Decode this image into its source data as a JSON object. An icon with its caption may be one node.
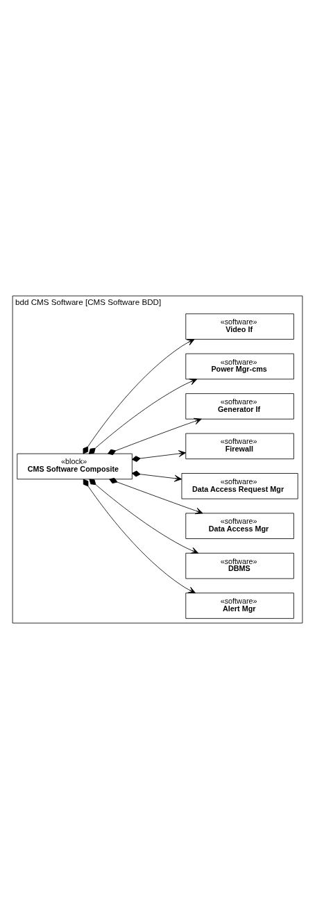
{
  "diagram": {
    "nodes": [
      {
        "text": [
          "bdd CMS Software [CMS Software BDD]"
        ]
      },
      {
        "text": [
          "«block»",
          "CMS Software Composite"
        ],
        "in": 0
      },
      {
        "text": [
          "«software»",
          "Alert Mgr"
        ],
        "in": 0
      },
      {
        "text": [
          "«software»",
          "DBMS"
        ],
        "in": 0
      },
      {
        "text": [
          "«software»",
          "Data Access Mgr"
        ],
        "in": 0
      },
      {
        "text": [
          "«software»",
          "Data Access Request Mgr"
        ],
        "in": 0
      },
      {
        "text": [
          "«software»",
          "Firewall"
        ],
        "in": 0
      },
      {
        "text": [
          "«software»",
          "Generator If"
        ],
        "in": 0
      },
      {
        "text": [
          "«software»",
          "Power Mgr-cms"
        ],
        "in": 0
      },
      {
        "text": [
          "«software»",
          "Video If"
        ],
        "in": 0
      }
    ],
    "edges": [
      {
        "from": 1,
        "to": 2,
        "arrow": "to"
      },
      {
        "from": 1,
        "to": 3,
        "arrow": "to"
      },
      {
        "from": 1,
        "to": 4,
        "arrow": "to"
      },
      {
        "from": 1,
        "to": 5,
        "arrow": "to"
      },
      {
        "from": 1,
        "to": 6,
        "arrow": "to"
      },
      {
        "from": 1,
        "to": 7,
        "arrow": "to"
      },
      {
        "from": 1,
        "to": 8,
        "arrow": "to"
      },
      {
        "from": 1,
        "to": 9,
        "arrow": "to"
      }
    ]
  }
}
